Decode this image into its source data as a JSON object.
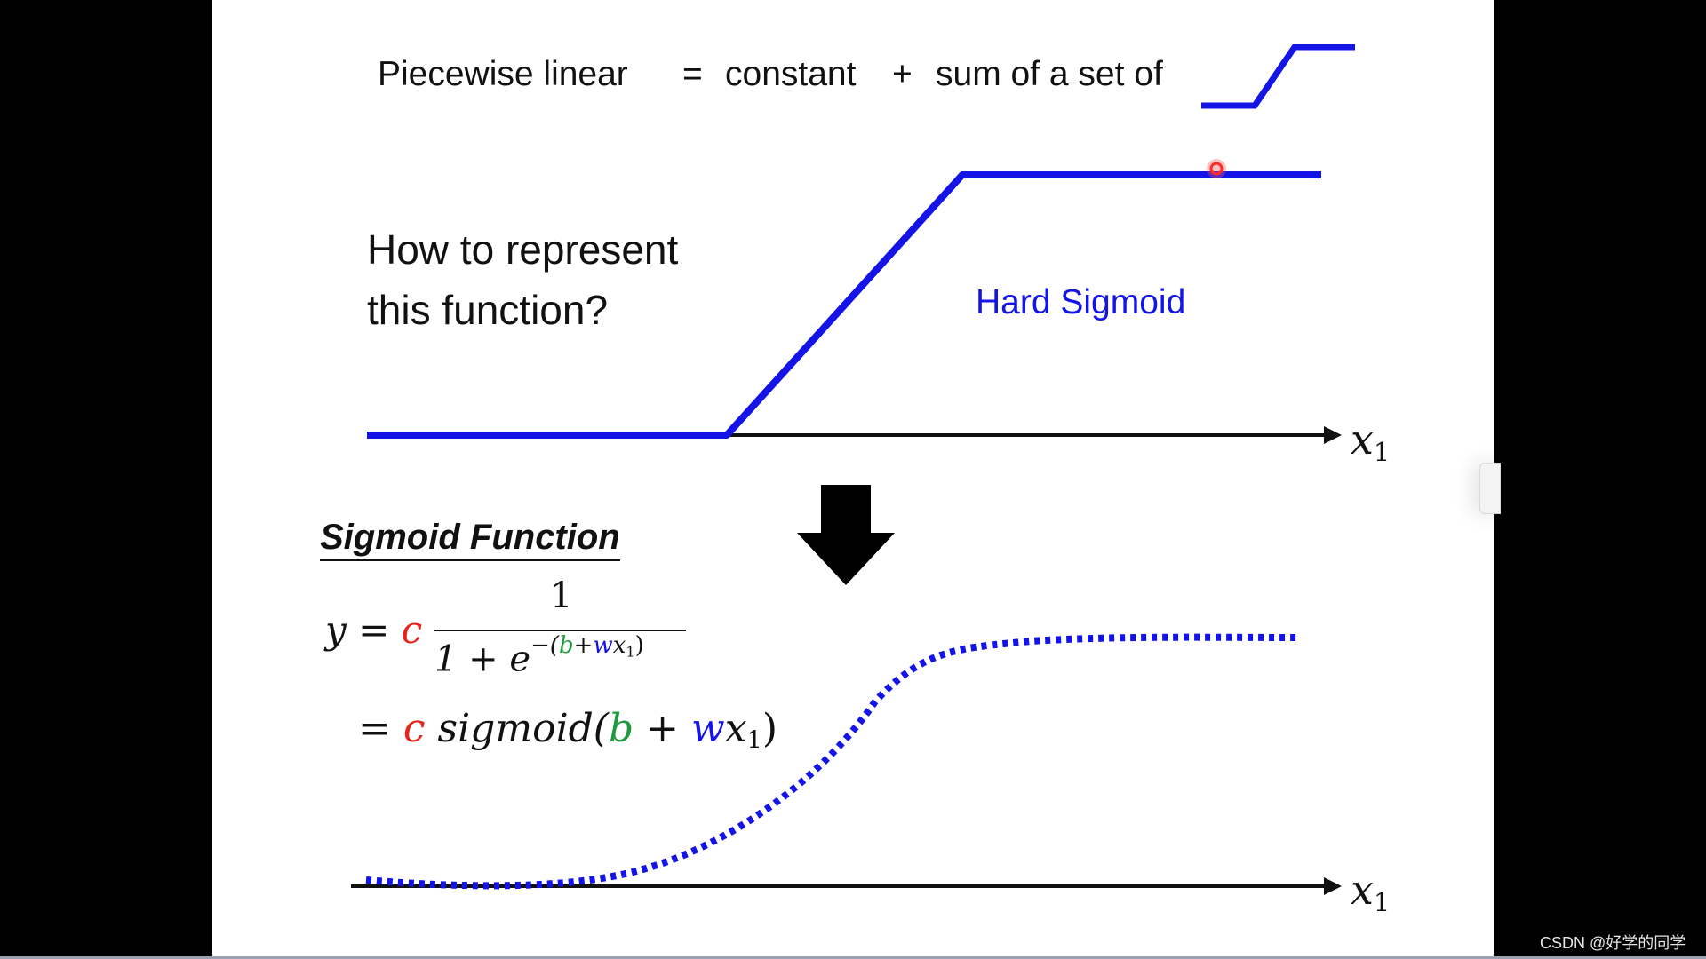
{
  "slide": {
    "piecewise": {
      "left": "Piecewise linear",
      "equals": "=",
      "constant": "constant",
      "plus": "+",
      "sum": "sum of a set of"
    },
    "question": "How to represent this function?",
    "hard_sigmoid_label": "Hard Sigmoid",
    "x_axis_label": "x",
    "x_axis_sub": "1",
    "sigmoid_title": "Sigmoid Function",
    "formula": {
      "y": "y",
      "eq": "=",
      "c": "c",
      "one": "1",
      "den_prefix": "1 + e",
      "exp_minus": "−(",
      "b": "b",
      "plus": "+",
      "w": "w",
      "x": "x",
      "x_sub": "1",
      "close": ")",
      "line2_eq": "=",
      "sigmoid_word": "sigmoid(",
      "line2_close": ")"
    }
  },
  "watermark": "CSDN @好学的同学",
  "colors": {
    "curve_blue": "#1414e6",
    "c_red": "#e8231c",
    "b_green": "#1f9a3f",
    "w_blue": "#1414e6",
    "cursor_red": "#ff2a2a"
  },
  "icons": [
    "down-arrow-icon",
    "laser-pointer-dot-icon",
    "step-function-icon"
  ]
}
